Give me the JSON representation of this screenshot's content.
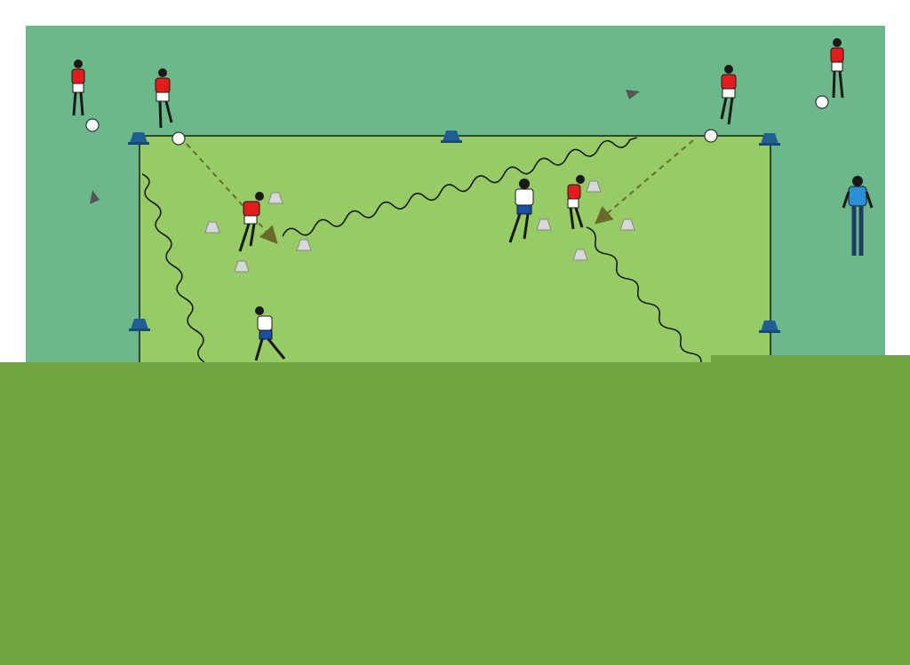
{
  "colors": {
    "background": "#ffffff",
    "outer_grass": "#6db88a",
    "inner_grass": "#96cb66",
    "overlay_grass": "#72a643",
    "field_line": "#1a1a1a",
    "cone_blue": "#1f5f93",
    "cone_white": "#d8d8d8",
    "attacker_shirt": "#e21b1b",
    "attacker_shorts": "#ffffff",
    "defender_shirt": "#ffffff",
    "defender_shorts": "#1b4fa3",
    "coach": "#2a8fd6",
    "pass_arrow": "#6b6a2a",
    "dribble_path": "#1a1a1a",
    "ball": "#ffffff"
  },
  "legend_items": [
    {
      "type": "attacker",
      "icon": "attacker-player-icon"
    },
    {
      "type": "defender",
      "icon": "defender-player-icon"
    },
    {
      "type": "coach",
      "icon": "coach-icon"
    },
    {
      "type": "ball",
      "icon": "ball-icon"
    },
    {
      "type": "marker_cone",
      "icon": "blue-cone-icon"
    },
    {
      "type": "small_cone",
      "icon": "white-cone-icon"
    },
    {
      "type": "pass",
      "icon": "dashed-arrow-icon"
    },
    {
      "type": "dribble",
      "icon": "wavy-arrow-icon"
    }
  ]
}
